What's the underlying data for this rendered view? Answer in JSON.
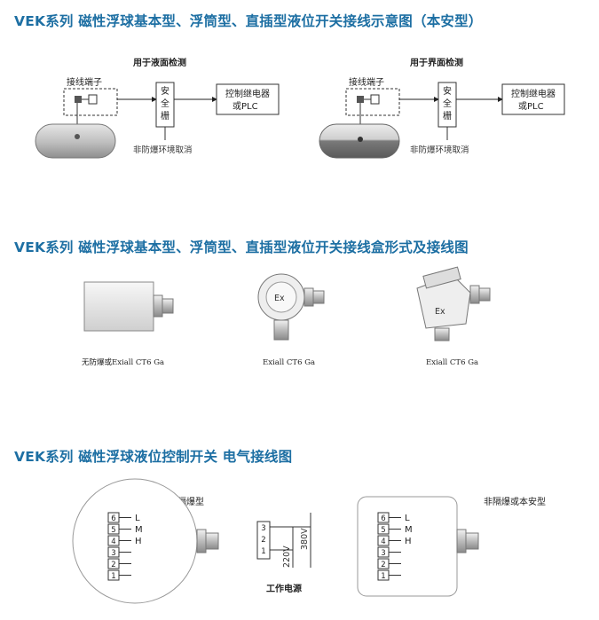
{
  "headings": {
    "wiring_schematic": "VEK系列  磁性浮球基本型、浮筒型、直插型液位开关接线示意图（本安型）",
    "junction_box": "VEK系列  磁性浮球基本型、浮筒型、直插型液位开关接线盒形式及接线图",
    "electrical": "VEK系列  磁性浮球液位控制开关 电气接线图"
  },
  "schematic_left": {
    "caption": "用于液面检测",
    "terminal_label": "接线端子",
    "barrier_label": [
      "安",
      "全",
      "栅"
    ],
    "controller_label": [
      "控制继电器",
      "或PLC"
    ],
    "note": "非防爆环境取消"
  },
  "schematic_right": {
    "caption": "用于界面检测",
    "terminal_label": "接线端子",
    "barrier_label": [
      "安",
      "全",
      "栅"
    ],
    "controller_label": [
      "控制继电器",
      "或PLC"
    ],
    "note": "非防爆环境取消"
  },
  "boxes": [
    {
      "caption": "无防爆或Exiall CT6 Ga"
    },
    {
      "caption": "Exiall CT6 Ga",
      "mark": "Ex"
    },
    {
      "caption": "Exiall CT6 Ga",
      "mark": "Ex"
    }
  ],
  "electrical": {
    "flameproof_label": "隔爆型",
    "nonflameproof_label": "非隔爆或本安型",
    "terminals": [
      {
        "num": "6",
        "signal": "L"
      },
      {
        "num": "5",
        "signal": "M"
      },
      {
        "num": "4",
        "signal": "H"
      },
      {
        "num": "3",
        "signal": ""
      },
      {
        "num": "2",
        "signal": ""
      },
      {
        "num": "1",
        "signal": ""
      }
    ],
    "power": {
      "terminals": [
        "3",
        "2",
        "1"
      ],
      "v220": "220V",
      "v380": "380V",
      "label": "工作电源"
    }
  }
}
